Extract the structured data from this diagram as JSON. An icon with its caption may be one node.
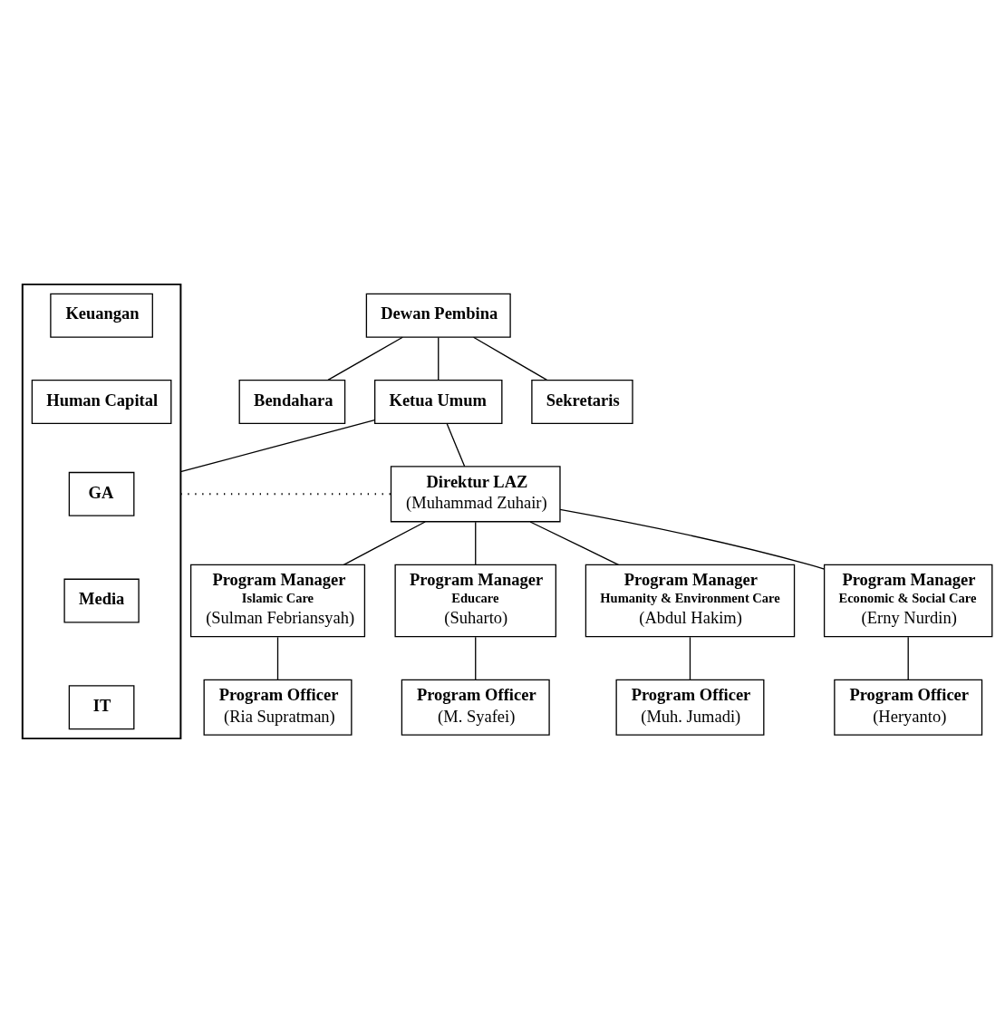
{
  "diagram": {
    "nodes": [
      {
        "text": [
          "Dewan Pembina"
        ]
      },
      {
        "text": [
          "Bendahara"
        ]
      },
      {
        "text": [
          "Ketua Umum"
        ]
      },
      {
        "text": [
          "Sekretaris"
        ]
      },
      {
        "text": [],
        "shape": "box"
      },
      {
        "text": [
          "Keuangan"
        ],
        "in": 4
      },
      {
        "text": [
          "Human Capital"
        ],
        "in": 4
      },
      {
        "text": [
          "GA"
        ],
        "in": 4
      },
      {
        "text": [
          "Media"
        ],
        "in": 4
      },
      {
        "text": [
          "IT"
        ],
        "in": 4
      },
      {
        "text": [
          "Direktur LAZ",
          "(Muhammad Zuhair)"
        ]
      },
      {
        "text": [
          "Program Manager",
          "Islamic Care",
          "(Sulman Febriansyah)"
        ]
      },
      {
        "text": [
          "Program Manager",
          "Educare",
          "(Suharto)"
        ]
      },
      {
        "text": [
          "Program Manager",
          "Humanity & Environment Care",
          "(Abdul Hakim)"
        ]
      },
      {
        "text": [
          "Program Manager",
          "Economic & Social Care",
          "(Erny Nurdin)"
        ]
      },
      {
        "text": [
          "Program Officer",
          "(Ria Supratman)"
        ]
      },
      {
        "text": [
          "Program Officer",
          "(M. Syafei)"
        ]
      },
      {
        "text": [
          "Program Officer",
          "(Muh. Jumadi)"
        ]
      },
      {
        "text": [
          "Program Officer",
          "(Heryanto)"
        ]
      }
    ],
    "edges": [
      {
        "from": 0,
        "to": 1,
        "arrow": "none"
      },
      {
        "from": 0,
        "to": 2,
        "arrow": "none"
      },
      {
        "from": 0,
        "to": 3,
        "arrow": "none"
      },
      {
        "from": 2,
        "to": 4,
        "arrow": "none"
      },
      {
        "from": 2,
        "to": 10,
        "arrow": "none"
      },
      {
        "from": 4,
        "to": 10,
        "arrow": "none",
        "style": "dashed"
      },
      {
        "from": 10,
        "to": 11,
        "arrow": "none"
      },
      {
        "from": 10,
        "to": 12,
        "arrow": "none"
      },
      {
        "from": 10,
        "to": 13,
        "arrow": "none"
      },
      {
        "from": 10,
        "to": 14,
        "arrow": "none"
      },
      {
        "from": 11,
        "to": 15,
        "arrow": "none"
      },
      {
        "from": 12,
        "to": 16,
        "arrow": "none"
      },
      {
        "from": 13,
        "to": 17,
        "arrow": "none"
      },
      {
        "from": 14,
        "to": 18,
        "arrow": "none"
      }
    ]
  }
}
